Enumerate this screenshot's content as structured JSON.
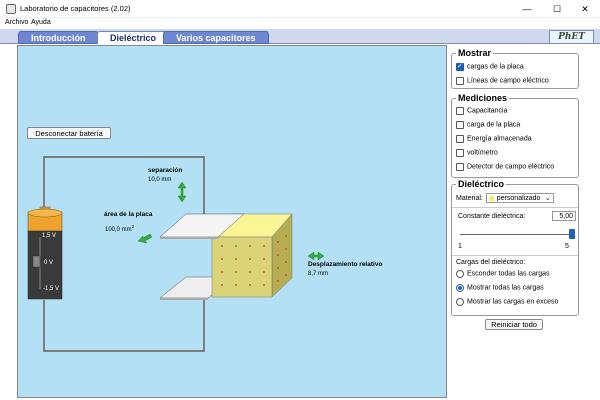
{
  "window": {
    "title": "Laboratorio de capacitores (2.02)",
    "minimize_glyph": "—",
    "maximize_glyph": "☐",
    "close_glyph": "✕"
  },
  "menu": [
    "Archivo",
    "Ayuda"
  ],
  "tabs": [
    {
      "label": "Introducción",
      "active": false
    },
    {
      "label": "Dieléctrico",
      "active": true
    },
    {
      "label": "Varios capacitores",
      "active": false
    }
  ],
  "logo_text": "PhET",
  "canvas": {
    "disconnect_button": "Desconectar batería",
    "battery": {
      "top_label": "1,5 V",
      "mid_label": "0 V",
      "bottom_label": "-1,5 V"
    },
    "separation": {
      "label": "separación",
      "value": "10,0 mm"
    },
    "plate_area": {
      "label": "área de la placa",
      "value": "100,0 mm",
      "unit_exponent": "2"
    },
    "dielectric_offset": {
      "label": "Desplazamiento relativo",
      "value": "8,7 mm"
    }
  },
  "mostrar": {
    "title": "Mostrar",
    "items": [
      {
        "label": "cargas de la placa",
        "checked": true
      },
      {
        "label": "Líneas de campo eléctrico",
        "checked": false
      }
    ]
  },
  "mediciones": {
    "title": "Mediciones",
    "items": [
      {
        "label": "Capacitancia",
        "checked": false
      },
      {
        "label": "carga de la placa",
        "checked": false
      },
      {
        "label": "Energía almacenada",
        "checked": false
      },
      {
        "label": "voltímetro",
        "checked": false
      },
      {
        "label": "Detector de campo eléctrico",
        "checked": false
      }
    ]
  },
  "dielectrico": {
    "title": "Dieléctrico",
    "material_label": "Material:",
    "material_value": "personalizado",
    "material_color": "#f2ee74",
    "constant_label": "Constante dieléctrica:",
    "constant_value": "5,00",
    "slider_min": "1",
    "slider_max": "5",
    "slider_value": 5,
    "charges_label": "Cargas del dieléctrico:",
    "charge_options": [
      {
        "label": "Esconder todas las cargas",
        "selected": false
      },
      {
        "label": "Mostrar todas las cargas",
        "selected": true
      },
      {
        "label": "Mostrar las cargas en exceso",
        "selected": false
      }
    ]
  },
  "reset_button": "Reiniciar todo",
  "colors": {
    "canvas_bg": "#b3e0f5",
    "accent": "#1e5fb8",
    "tab_active_text": "#1d2c6c",
    "tab_inactive_bg": "#6f86d3",
    "arrow_green": "#2fae3a"
  }
}
